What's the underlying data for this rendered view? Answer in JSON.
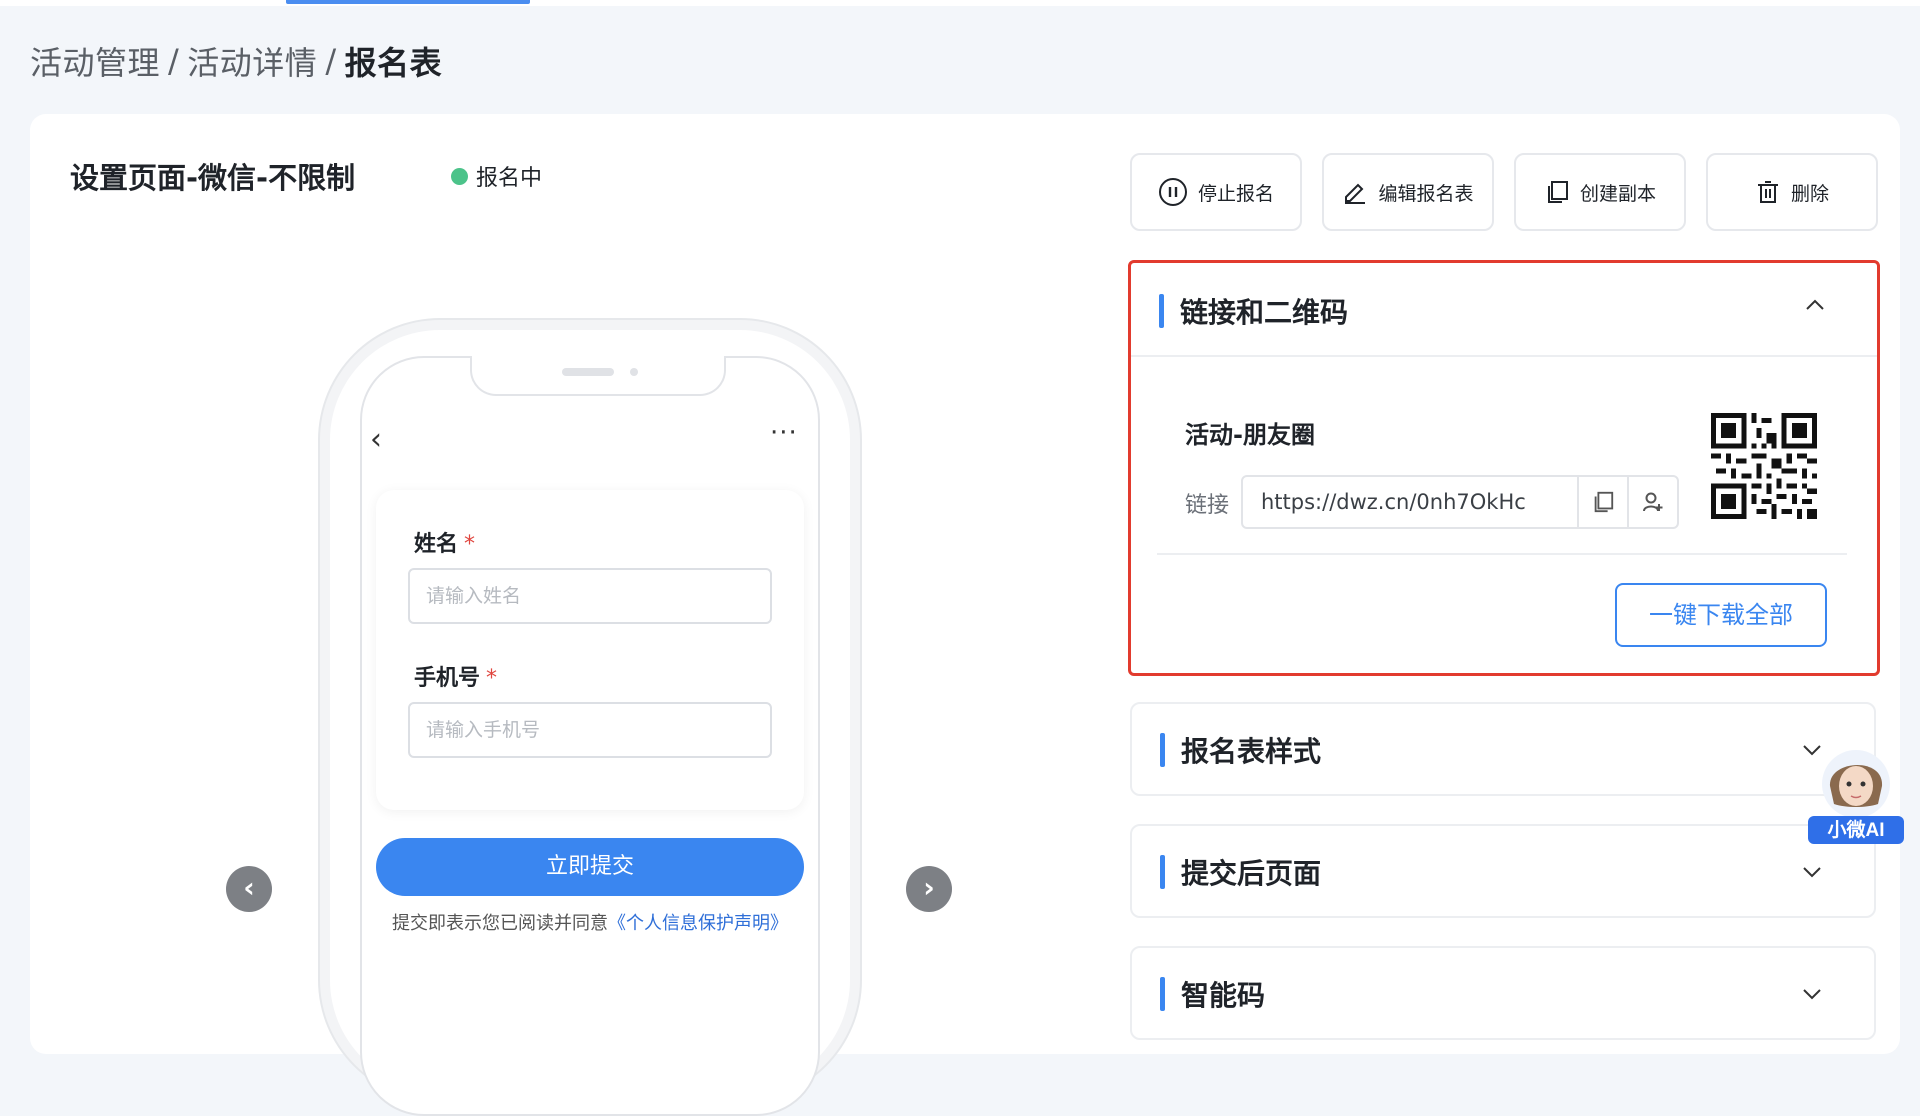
{
  "breadcrumb": {
    "items": [
      "活动管理",
      "活动详情"
    ],
    "separator": "/",
    "current": "报名表"
  },
  "page": {
    "title": "设置页面-微信-不限制",
    "status_text": "报名中",
    "status_color": "#4cc38a"
  },
  "actions": {
    "stop_label": "停止报名",
    "edit_label": "编辑报名表",
    "copy_label": "创建副本",
    "delete_label": "删除"
  },
  "preview": {
    "form": {
      "name_label": "姓名",
      "name_placeholder": "请输入姓名",
      "phone_label": "手机号",
      "phone_placeholder": "请输入手机号",
      "required_mark": "*"
    },
    "submit_label": "立即提交",
    "agreement_prefix": "提交即表示您已阅读并同意",
    "agreement_link": "《个人信息保护声明》",
    "more_icon": "more-dots-icon",
    "back_icon": "chevron-left-icon"
  },
  "panels": {
    "qr": {
      "title": "链接和二维码",
      "channel_name": "活动-朋友圈",
      "link_label": "链接",
      "link_value": "https://dwz.cn/0nh7OkHc",
      "download_label": "一键下载全部"
    },
    "style": {
      "title": "报名表样式"
    },
    "after_submit": {
      "title": "提交后页面"
    },
    "smart_code": {
      "title": "智能码"
    }
  },
  "assistant": {
    "label": "小微AI"
  },
  "colors": {
    "accent": "#3a86f0",
    "highlight_border": "#e23b2e",
    "required": "#e0463f"
  }
}
